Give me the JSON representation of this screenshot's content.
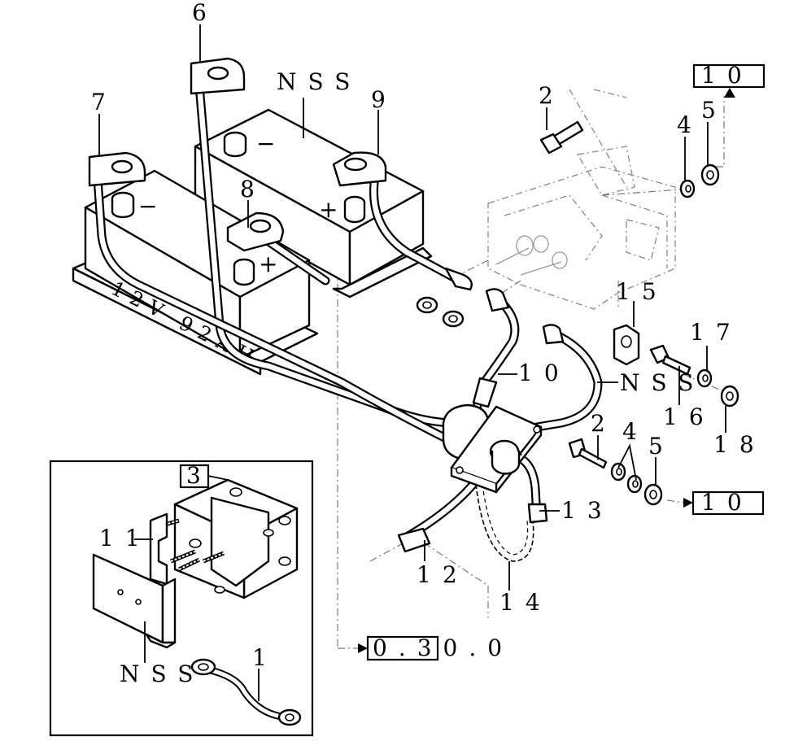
{
  "labels": {
    "p1": "1",
    "p2_top": "2",
    "p2_mid": "2",
    "p3": "3",
    "p4_top": "4",
    "p4_mid": "4",
    "p5_top": "5",
    "p5_mid": "5",
    "p6": "6",
    "p7": "7",
    "p8": "8",
    "p9": "9",
    "p10": "10",
    "p11": "11",
    "p12": "12",
    "p13": "13",
    "p14": "14",
    "p15": "15",
    "p16": "16",
    "p17": "17",
    "p18": "18",
    "nss_top": "NSS",
    "nss_mid": "NSS",
    "nss_inset": "NSS"
  },
  "refs": {
    "ref_top": "10",
    "ref_right": "10",
    "ref_bottom": "0.30.0"
  },
  "battery": {
    "rating": "12V-92AH",
    "minus": "−",
    "plus": "+"
  }
}
